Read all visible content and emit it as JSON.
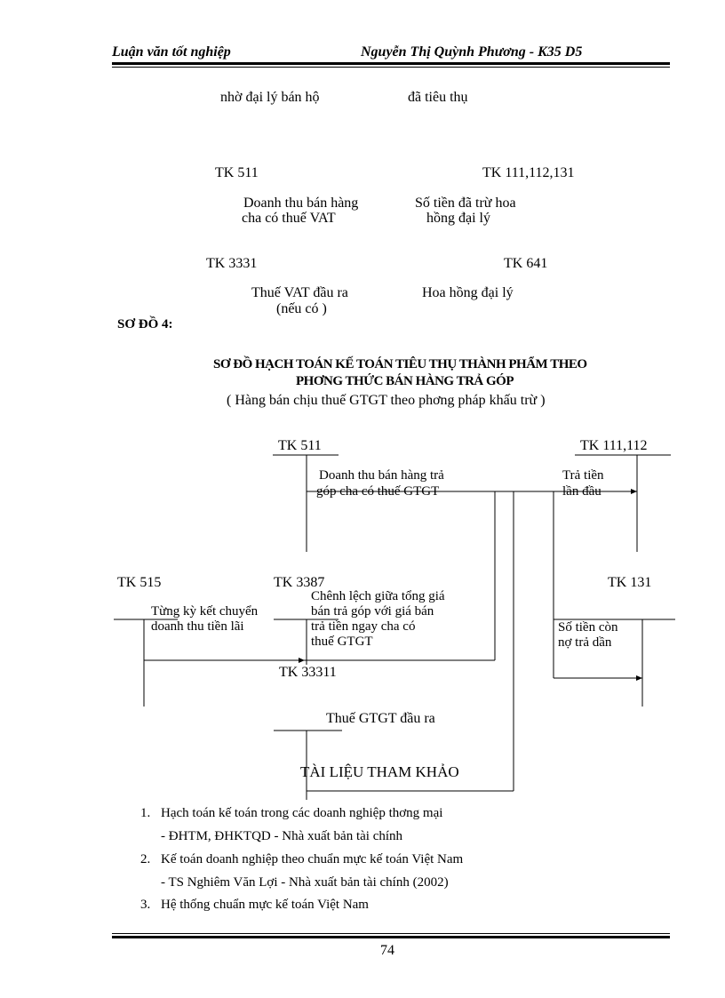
{
  "header": {
    "left": "Luận văn tốt nghiệp",
    "right": "Nguyễn Thị Quỳnh Phương - K35 D5"
  },
  "diagram3": {
    "label_left": "nhờ đại lý bán hộ",
    "label_right": "đã tiêu thụ",
    "tk_511": "TK 511",
    "tk_111": "TK 111,112,131",
    "revenue_line1": "Doanh thu bán hàng",
    "revenue_line2": "cha   có thuế VAT",
    "deducted_line1": "Số tiền đã trừ hoa",
    "deducted_line2": "hồng đại lý",
    "tk_3331": "TK 3331",
    "tk_641": "TK  641",
    "vat_line1": "Thuế VAT đầu ra",
    "vat_line2": "(nếu có )",
    "commission": "Hoa hồng đại lý"
  },
  "section_label": "SƠ ĐỒ 4:",
  "diagram4_title": {
    "line1": "SƠ ĐỒ HẠCH TOÁN KẾ TOÁN TIÊU THỤ THÀNH PHẨM THEO",
    "line2": "PHƠNG   THỨC BÁN HÀNG TRẢ GÓP",
    "line3": "( Hàng bán chịu thuế GTGT theo phơng   pháp khấu trừ )"
  },
  "diagram4": {
    "tk_511": "TK 511",
    "tk_111_112": "TK 111,112",
    "revenue_line1": "Doanh thu bán hàng trả",
    "revenue_line2": "góp cha   có thuế GTGT",
    "first_payment_line1": "Trả tiền",
    "first_payment_line2": "lần đầu",
    "tk_515": "TK 515",
    "tk_3387": "TK 3387",
    "tk_131": "TK 131",
    "transfer_line1": "Từng kỳ kết chuyển",
    "transfer_line2": "doanh thu tiền lãi",
    "diff_line1": "Chênh lệch giữa tổng giá",
    "diff_line2": "bán trả góp với giá bán",
    "diff_line3": "trả tiền ngay cha   có",
    "diff_line4": "thuế GTGT",
    "remaining_line1": "Số tiền còn",
    "remaining_line2": "nợ trả dần",
    "tk_33311": "TK 33311",
    "vat_output": "Thuế GTGT đầu ra"
  },
  "references": {
    "heading": "TÀI LIỆU THAM KHẢO",
    "items": [
      {
        "num": "1.",
        "line1": "Hạch toán kế toán trong các doanh nghiệp thơng   mại",
        "line2": "- ĐHTM, ĐHKTQD - Nhà xuất bản tài chính"
      },
      {
        "num": "2.",
        "line1": "Kế toán doanh nghiệp theo chuẩn mực kế toán Việt Nam",
        "line2": "- TS Nghiêm Văn Lợi - Nhà xuất bản tài chính  (2002)"
      },
      {
        "num": "3.",
        "line1": "Hệ thống chuẩn mực kế toán Việt Nam",
        "line2": ""
      }
    ]
  },
  "page_number": "74"
}
